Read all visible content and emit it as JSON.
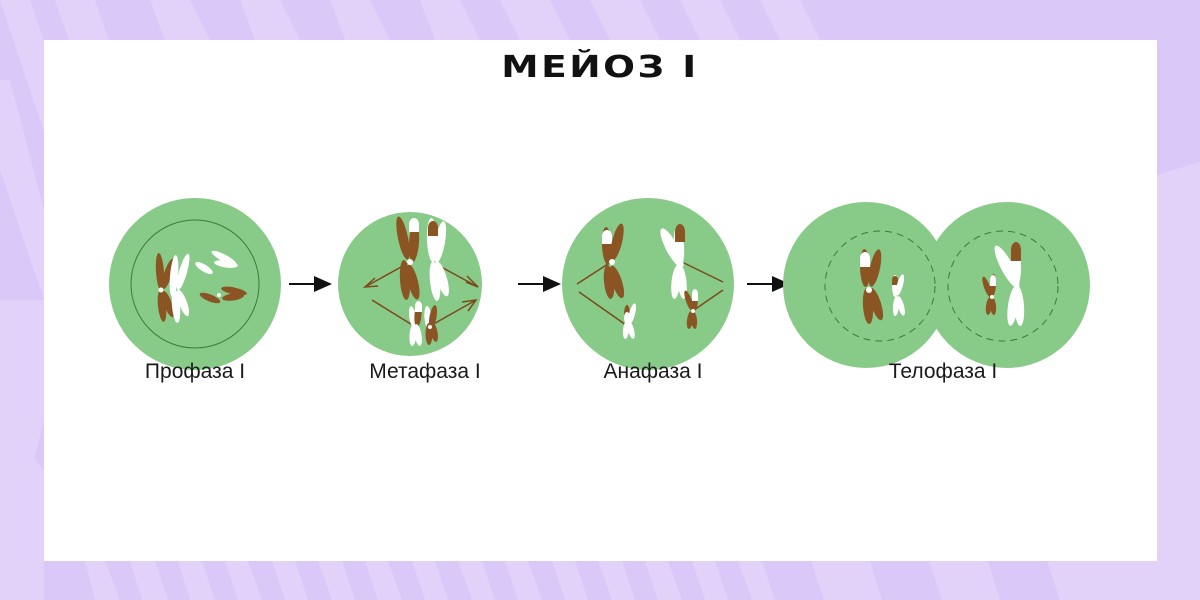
{
  "title": "МЕЙОЗ I",
  "colors": {
    "background_stripe_a": "#d9c8f8",
    "background_stripe_b": "#e2d2fa",
    "card": "#ffffff",
    "cell": "#88ca88",
    "chromosome_brown": "#8b5423",
    "chromosome_white": "#ffffff",
    "spindle": "#7a4a1c",
    "arrow": "#111111"
  },
  "stages": [
    {
      "id": "prophase",
      "label": "Профаза I"
    },
    {
      "id": "metaphase",
      "label": "Метафаза I"
    },
    {
      "id": "anaphase",
      "label": "Анафаза I"
    },
    {
      "id": "telophase",
      "label": "Телофаза I"
    }
  ],
  "arrows": [
    {
      "from": "prophase",
      "to": "metaphase"
    },
    {
      "from": "metaphase",
      "to": "anaphase"
    },
    {
      "from": "anaphase",
      "to": "telophase"
    }
  ]
}
